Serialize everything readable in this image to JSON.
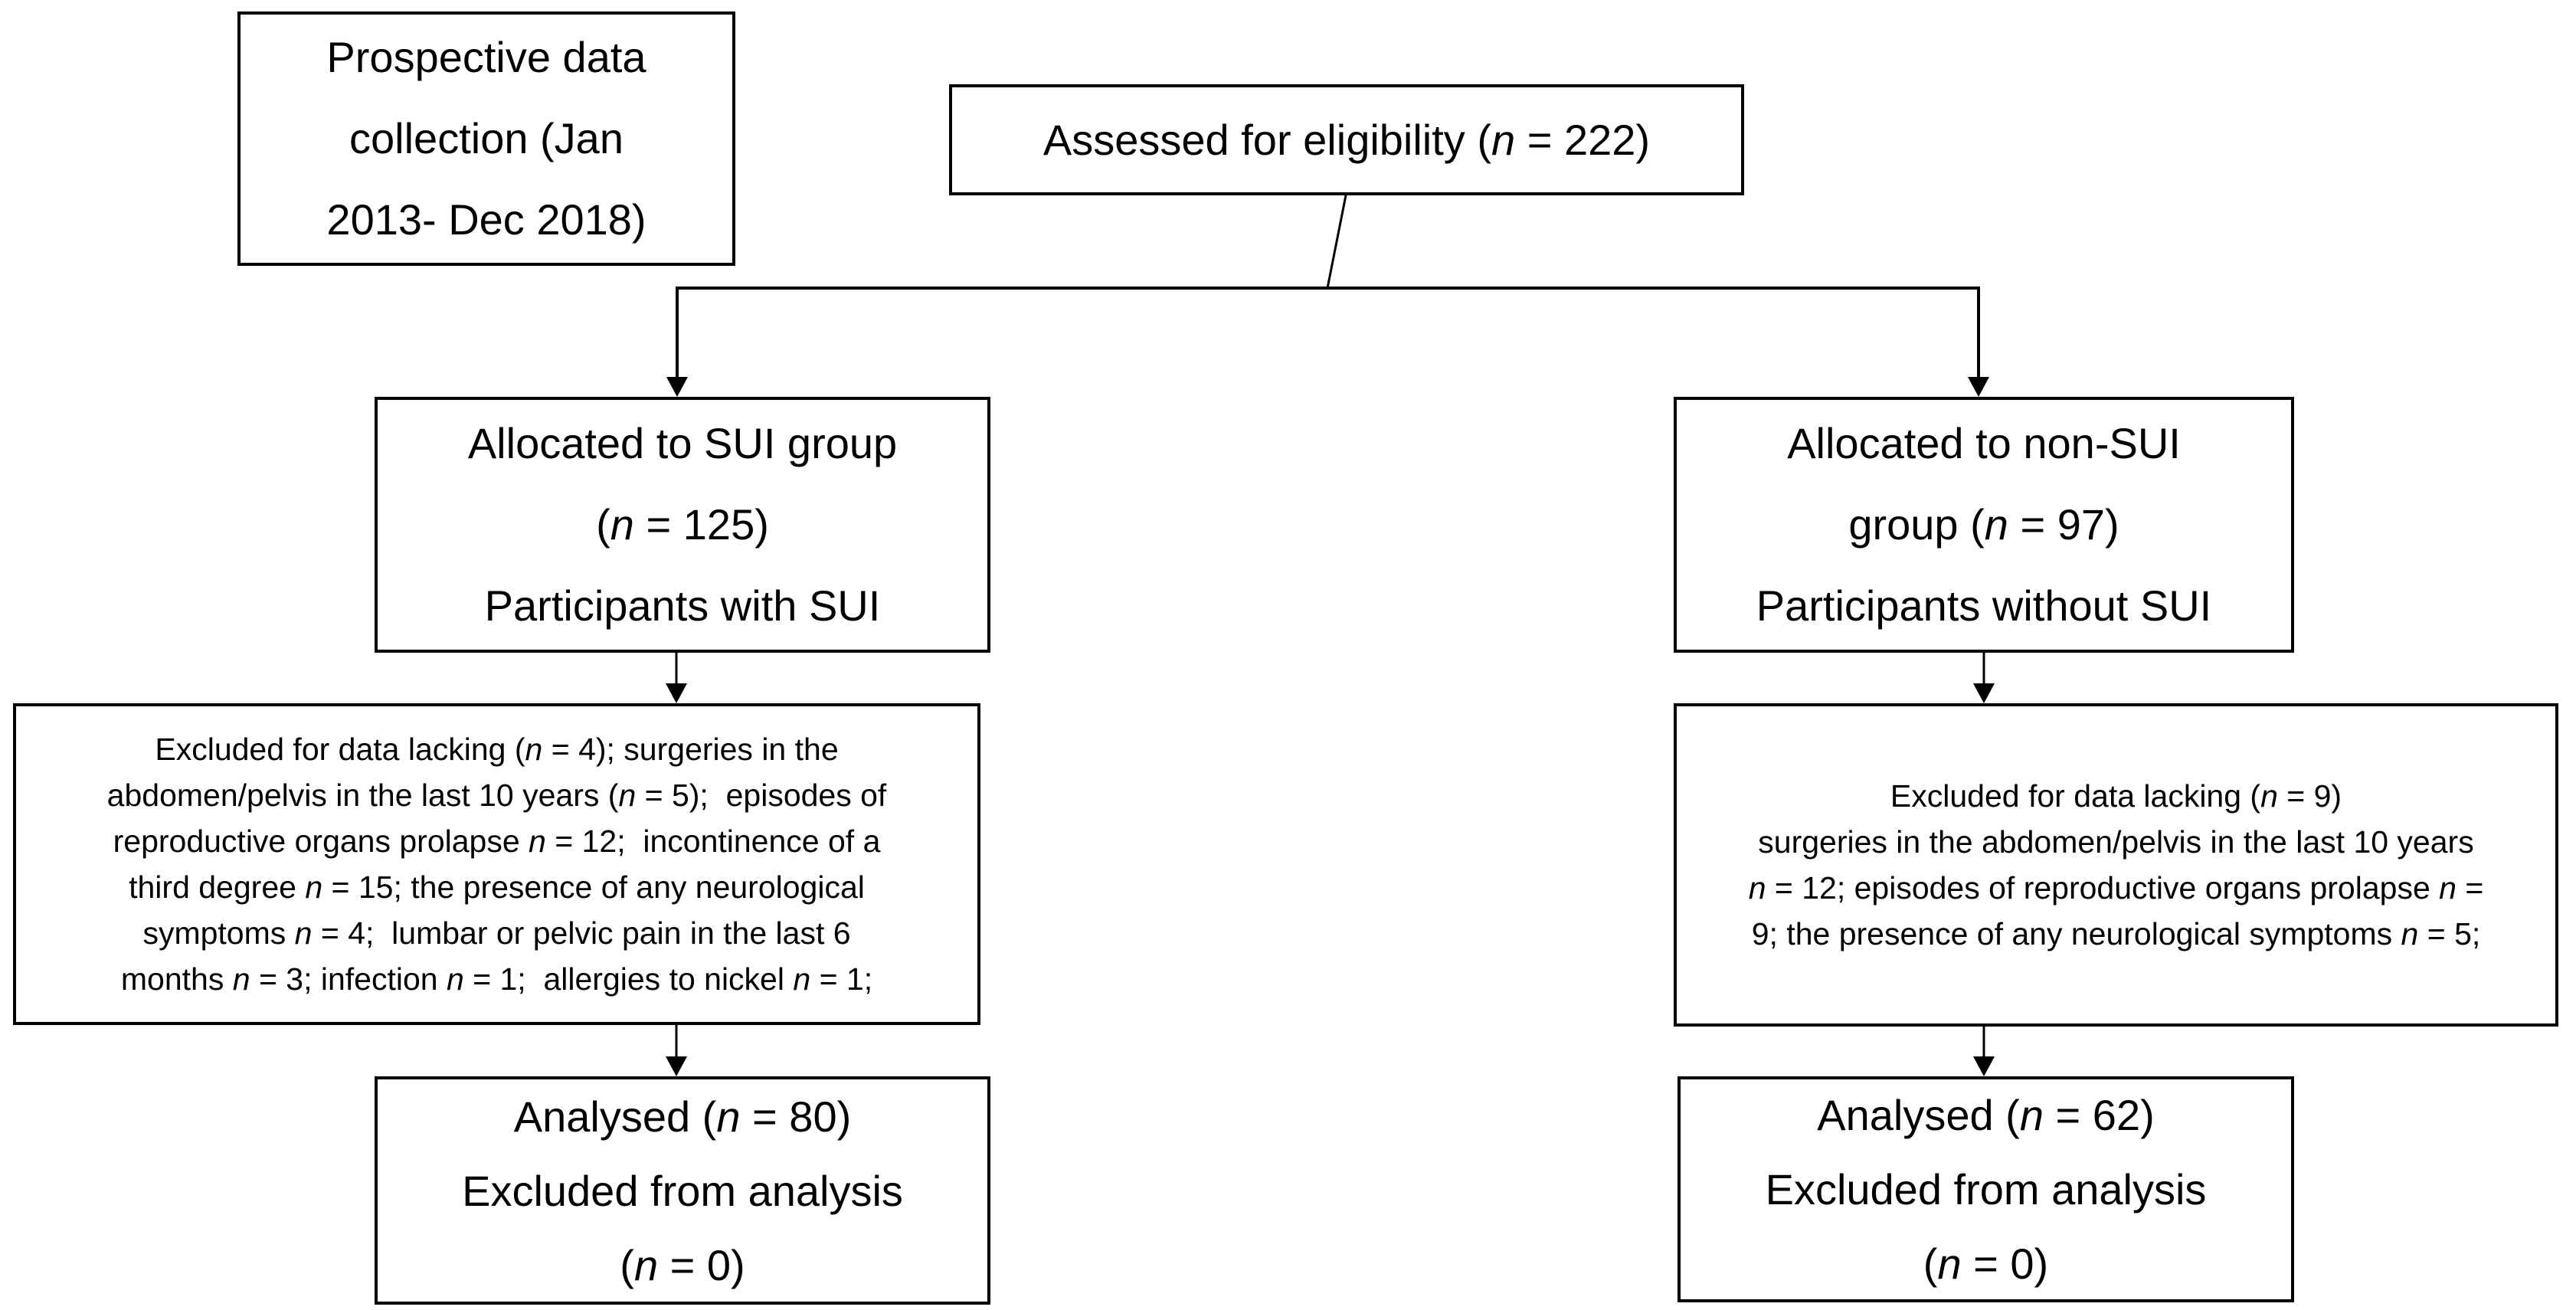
{
  "colors": {
    "line": "#000000",
    "text": "#000000",
    "background": "#ffffff"
  },
  "boxes": {
    "prospective": {
      "lines": [
        [
          {
            "t": "Prospective data"
          }
        ],
        [
          {
            "t": "collection (Jan"
          }
        ],
        [
          {
            "t": "2013- Dec 2018)"
          }
        ]
      ]
    },
    "assessed": {
      "lines": [
        [
          {
            "t": "Assessed for eligibility ("
          },
          {
            "t": "n",
            "i": true
          },
          {
            "t": " = 222)"
          }
        ]
      ]
    },
    "allocated_sui": {
      "lines": [
        [
          {
            "t": "Allocated to SUI group"
          }
        ],
        [
          {
            "t": "("
          },
          {
            "t": "n",
            "i": true
          },
          {
            "t": " = 125)"
          }
        ],
        [
          {
            "t": "Participants with SUI"
          }
        ]
      ]
    },
    "allocated_non_sui": {
      "lines": [
        [
          {
            "t": "Allocated to non-SUI"
          }
        ],
        [
          {
            "t": "group ("
          },
          {
            "t": "n",
            "i": true
          },
          {
            "t": " = 97)"
          }
        ],
        [
          {
            "t": "Participants without SUI"
          }
        ]
      ]
    },
    "excluded_sui": {
      "lines": [
        [
          {
            "t": "Excluded for data lacking ("
          },
          {
            "t": "n",
            "i": true
          },
          {
            "t": " = 4); surgeries in the"
          }
        ],
        [
          {
            "t": "abdomen/pelvis in the last 10 years ("
          },
          {
            "t": "n",
            "i": true
          },
          {
            "t": " = 5);  episodes of"
          }
        ],
        [
          {
            "t": "reproductive organs prolapse "
          },
          {
            "t": "n",
            "i": true
          },
          {
            "t": " = 12;  incontinence of a"
          }
        ],
        [
          {
            "t": "third degree "
          },
          {
            "t": "n",
            "i": true
          },
          {
            "t": " = 15; the presence of any neurological"
          }
        ],
        [
          {
            "t": "symptoms "
          },
          {
            "t": "n",
            "i": true
          },
          {
            "t": " = 4;  lumbar or pelvic pain in the last 6"
          }
        ],
        [
          {
            "t": "months "
          },
          {
            "t": "n",
            "i": true
          },
          {
            "t": " = 3; infection "
          },
          {
            "t": "n",
            "i": true
          },
          {
            "t": " = 1;  allergies to nickel "
          },
          {
            "t": "n",
            "i": true
          },
          {
            "t": " = 1;"
          }
        ]
      ]
    },
    "excluded_non_sui": {
      "lines": [
        [
          {
            "t": "Excluded for data lacking ("
          },
          {
            "t": "n",
            "i": true
          },
          {
            "t": " = 9)"
          }
        ],
        [
          {
            "t": "surgeries in the abdomen/pelvis in the last 10 years"
          }
        ],
        [
          {
            "t": "n",
            "i": true
          },
          {
            "t": " = 12; episodes of reproductive organs prolapse "
          },
          {
            "t": "n",
            "i": true
          },
          {
            "t": " ="
          }
        ],
        [
          {
            "t": "9; the presence of any neurological symptoms "
          },
          {
            "t": "n",
            "i": true
          },
          {
            "t": " = 5;"
          }
        ]
      ]
    },
    "analysed_sui": {
      "lines": [
        [
          {
            "t": "Analysed ("
          },
          {
            "t": "n",
            "i": true
          },
          {
            "t": " = 80)"
          }
        ],
        [
          {
            "t": "Excluded from analysis"
          }
        ],
        [
          {
            "t": "("
          },
          {
            "t": "n",
            "i": true
          },
          {
            "t": " = 0)"
          }
        ]
      ]
    },
    "analysed_non_sui": {
      "lines": [
        [
          {
            "t": "Analysed ("
          },
          {
            "t": "n",
            "i": true
          },
          {
            "t": " = 62)"
          }
        ],
        [
          {
            "t": "Excluded from analysis"
          }
        ],
        [
          {
            "t": "("
          },
          {
            "t": "n",
            "i": true
          },
          {
            "t": " = 0)"
          }
        ]
      ]
    }
  }
}
